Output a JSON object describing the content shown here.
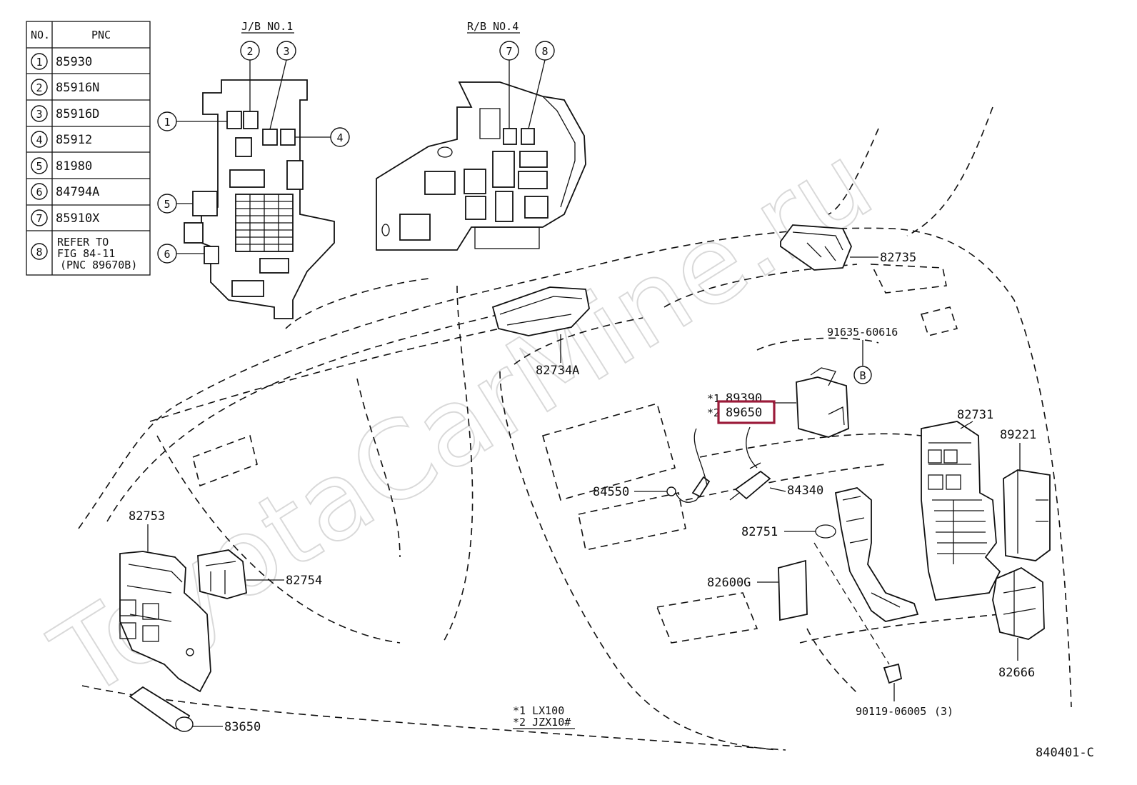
{
  "table": {
    "header_no": "NO.",
    "header_pnc": "PNC",
    "rows": [
      {
        "no": "1",
        "pnc": "85930"
      },
      {
        "no": "2",
        "pnc": "85916N"
      },
      {
        "no": "3",
        "pnc": "85916D"
      },
      {
        "no": "4",
        "pnc": "85912"
      },
      {
        "no": "5",
        "pnc": "81980"
      },
      {
        "no": "6",
        "pnc": "84794A"
      },
      {
        "no": "7",
        "pnc": "85910X"
      },
      {
        "no": "8",
        "pnc_lines": [
          "REFER TO",
          "FIG 84-11",
          "(PNC 89670B)"
        ]
      }
    ]
  },
  "insets": {
    "jb_title": "J/B NO.1",
    "rb_title": "R/B NO.4"
  },
  "callouts": {
    "c1": "1",
    "c2": "2",
    "c3": "3",
    "c4": "4",
    "c5": "5",
    "c6": "6",
    "c7": "7",
    "c8": "8",
    "cB": "B"
  },
  "labels": {
    "p82735": "82735",
    "p91635": "91635-60616",
    "p82734a": "82734A",
    "p89390": "89390",
    "p89390_mark": "*1",
    "p89650": "89650",
    "p89650_mark": "*2",
    "p84550": "84550",
    "p84340": "84340",
    "p82731": "82731",
    "p89221": "89221",
    "p82753": "82753",
    "p82754": "82754",
    "p82751": "82751",
    "p82600g": "82600G",
    "p82666": "82666",
    "p90119": "90119-06005",
    "p90119_qty": "(3)",
    "p83650": "83650"
  },
  "notes": {
    "note1": "*1 LX100",
    "note2": "*2 JZX10#",
    "figure_id": "840401-C"
  },
  "watermark": "ToyotaCarMine.ru",
  "colors": {
    "highlight": "#9b1b3a",
    "ink": "#111111",
    "watermark": "#d9d9d9"
  }
}
